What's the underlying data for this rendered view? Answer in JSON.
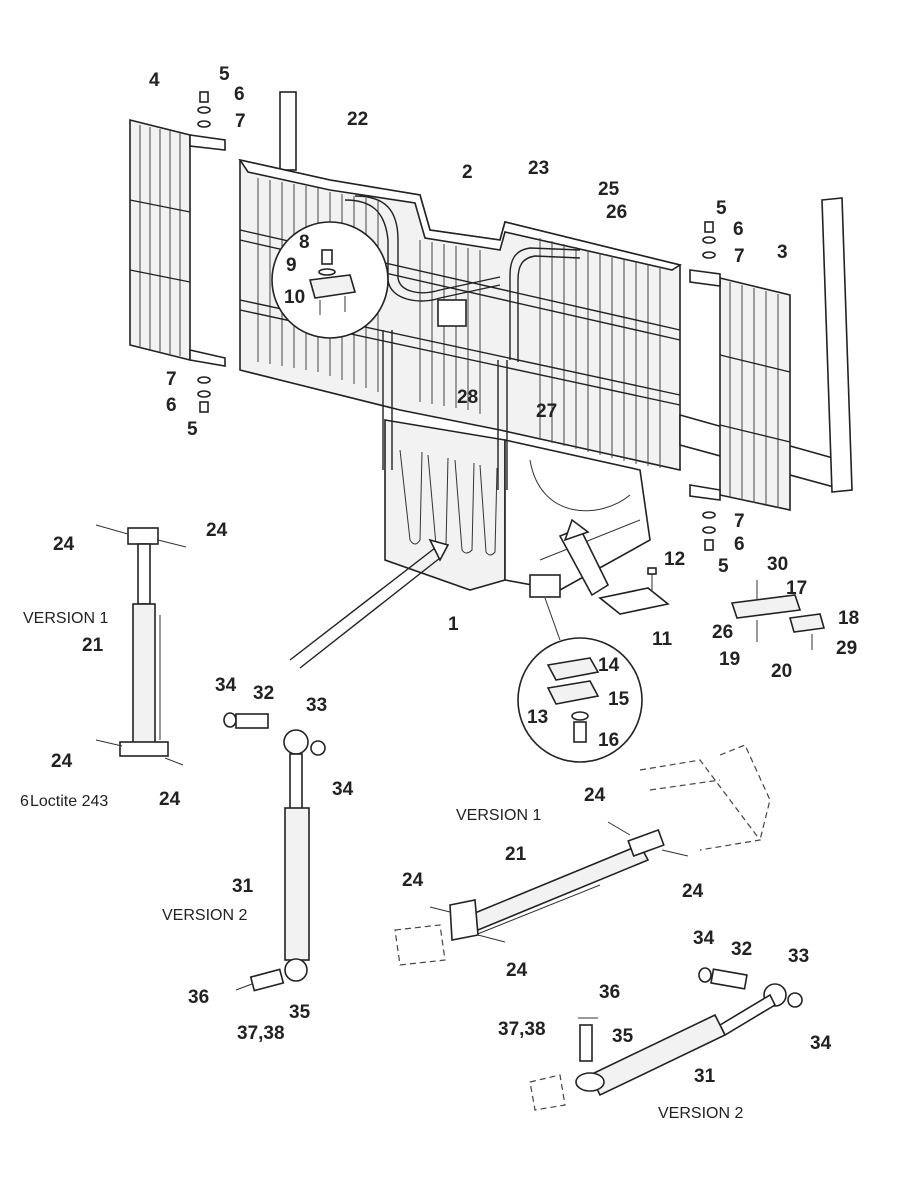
{
  "labels": {
    "l1": "1",
    "l2": "2",
    "l3": "3",
    "l4": "4",
    "l5a": "5",
    "l6a": "6",
    "l7a": "7",
    "l7b": "7",
    "l6b": "6",
    "l5b": "5",
    "l5c": "5",
    "l6c": "6",
    "l7c": "7",
    "l7d": "7",
    "l6d": "6",
    "l5d": "5",
    "l8": "8",
    "l9": "9",
    "l10": "10",
    "l11": "11",
    "l12": "12",
    "l13": "13",
    "l14": "14",
    "l15": "15",
    "l16": "16",
    "l17": "17",
    "l18": "18",
    "l19": "19",
    "l20": "20",
    "l21a": "21",
    "l21b": "21",
    "l22": "22",
    "l23": "23",
    "l24a": "24",
    "l24b": "24",
    "l24c": "24",
    "l24d": "24",
    "l24e": "24",
    "l24f": "24",
    "l24g": "24",
    "l24h": "24",
    "l25": "25",
    "l26a": "26",
    "l26b": "26",
    "l27": "27",
    "l28": "28",
    "l29": "29",
    "l30": "30",
    "l31a": "31",
    "l31b": "31",
    "l32a": "32",
    "l32b": "32",
    "l33a": "33",
    "l33b": "33",
    "l34a": "34",
    "l34b": "34",
    "l34c": "34",
    "l34d": "34",
    "l35a": "35",
    "l35b": "35",
    "l36a": "36",
    "l36b": "36",
    "l3738a": "37,38",
    "l3738b": "37,38"
  },
  "versions": {
    "v1_left": "VERSION 1",
    "v2_left": "VERSION 2",
    "v1_right": "VERSION 1",
    "v2_right": "VERSION 2"
  },
  "note": {
    "loctite_symbol": "6",
    "loctite_text": "Loctite 243"
  }
}
